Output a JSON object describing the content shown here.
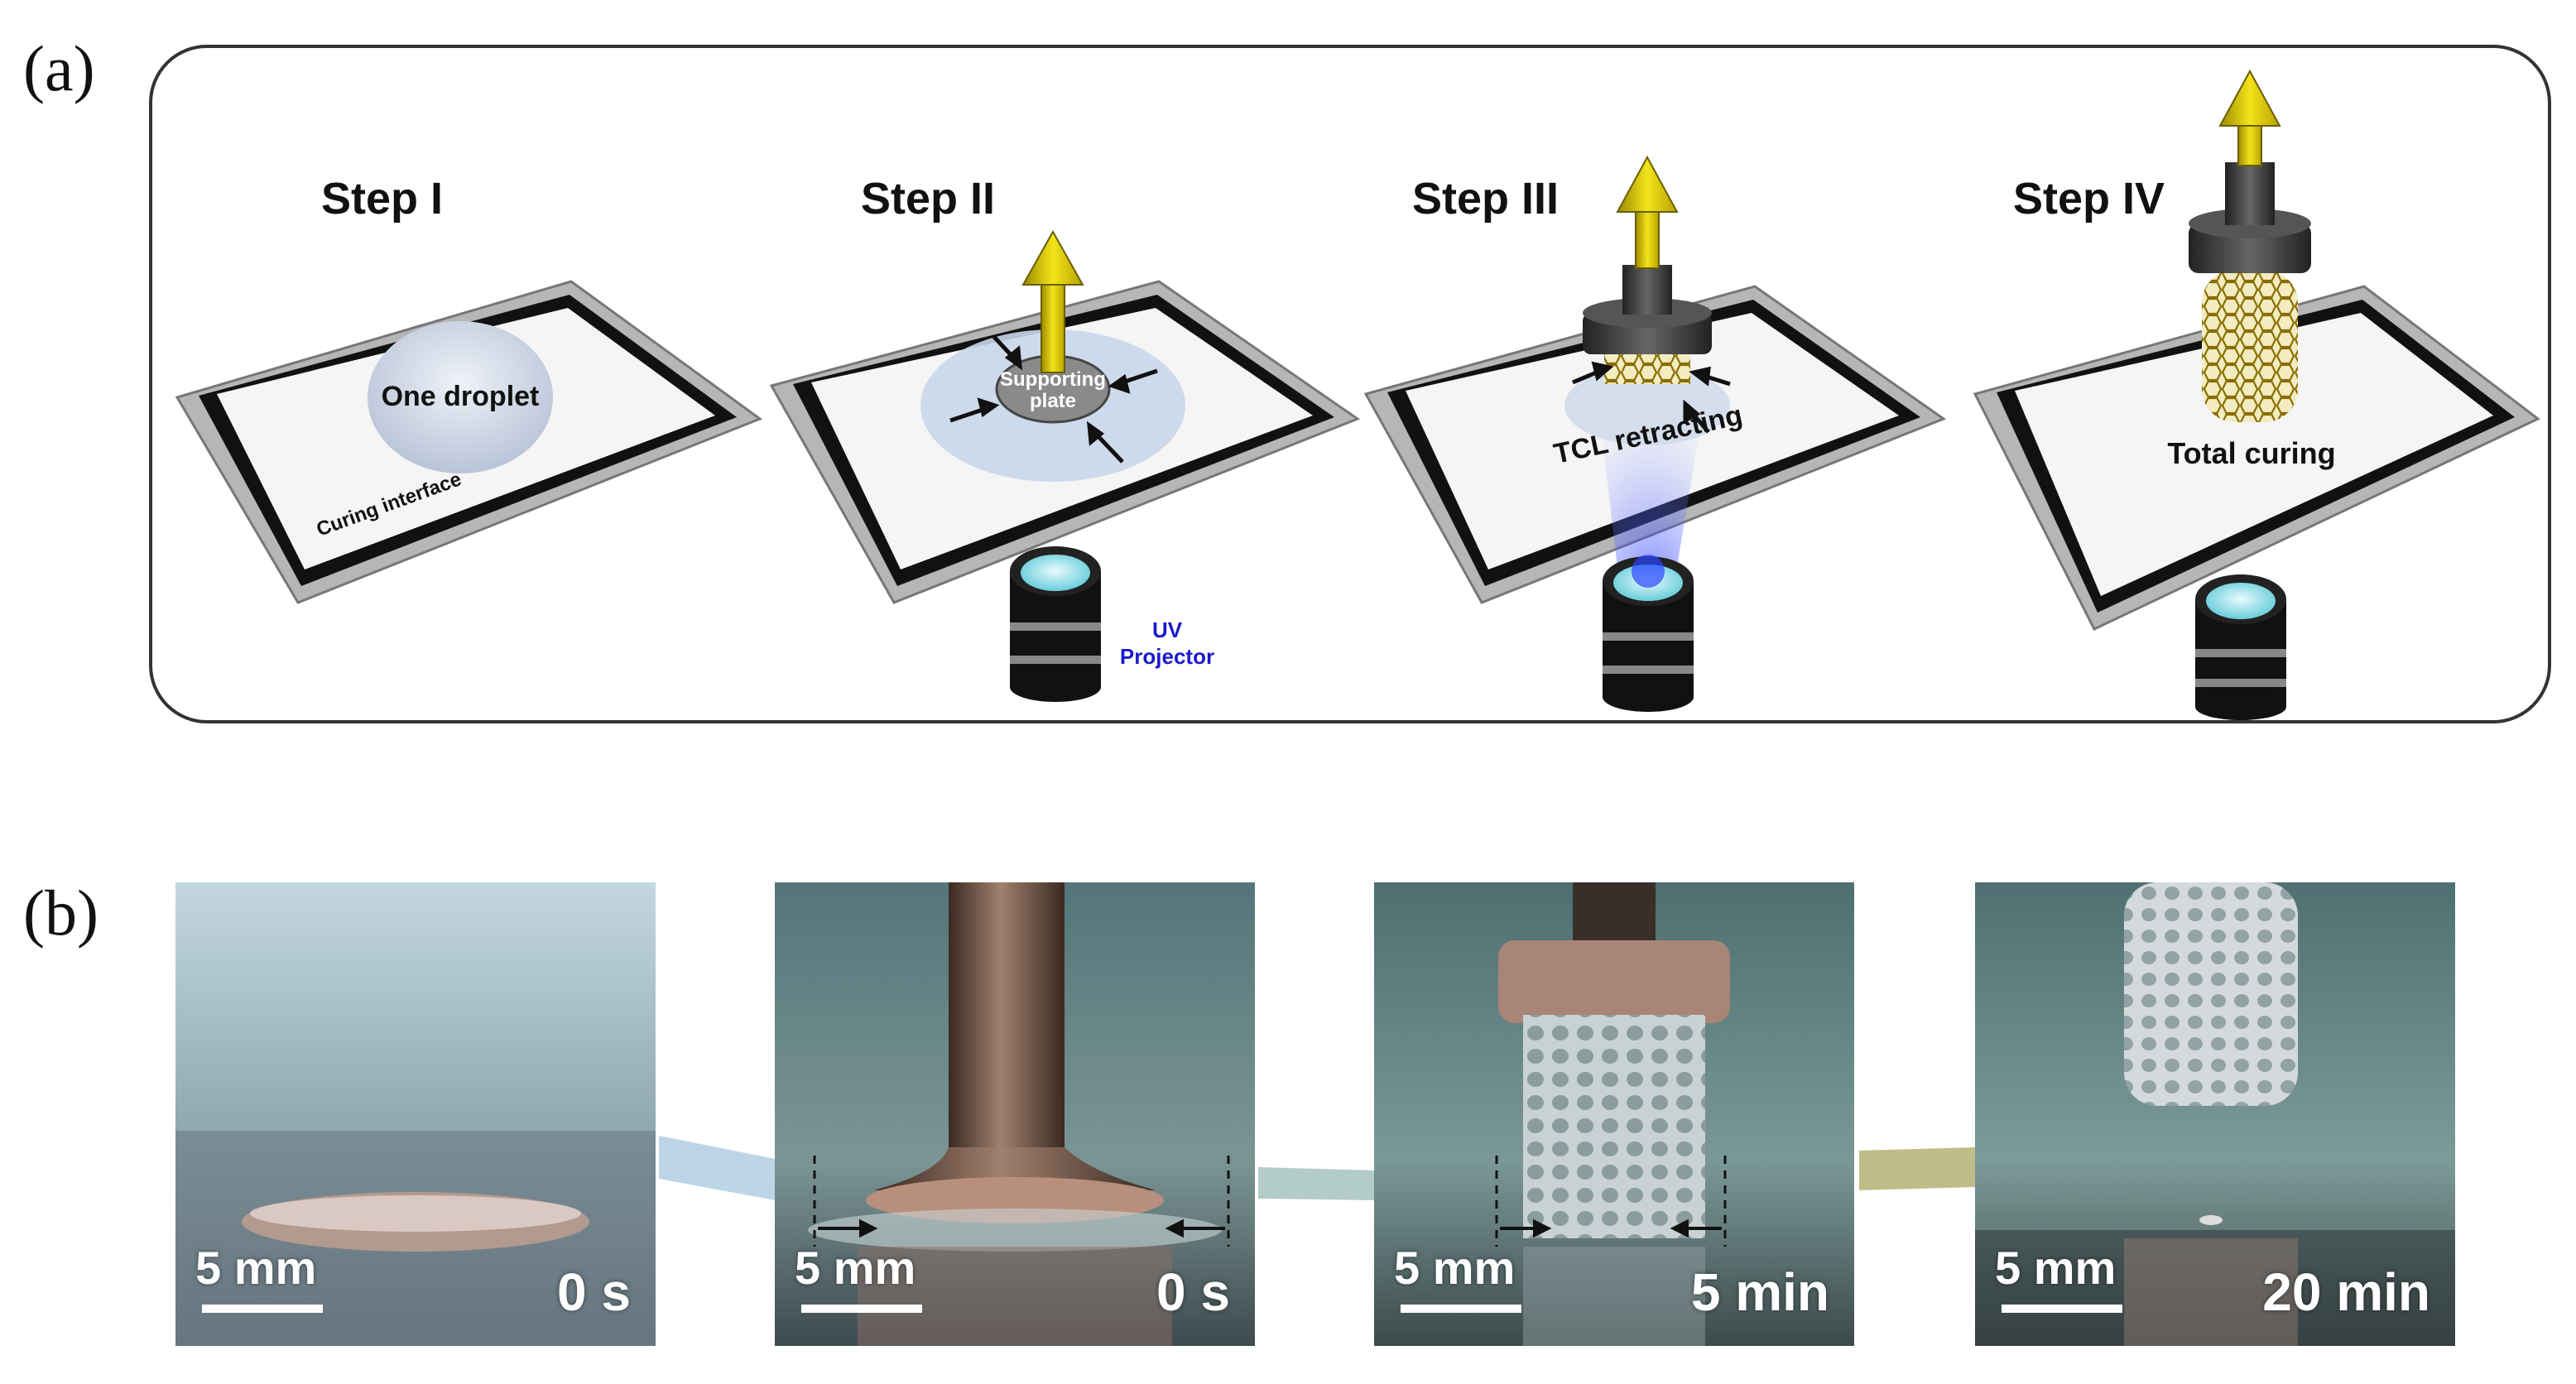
{
  "figure": {
    "panel_a_label": "(a)",
    "panel_b_label": "(b)"
  },
  "steps": [
    {
      "title": "Step I",
      "annotation": "One droplet",
      "extra": "Curing interface"
    },
    {
      "title": "Step II",
      "annotation": "Supporting",
      "annotation2": "plate",
      "extra": "UV",
      "extra2": "Projector"
    },
    {
      "title": "Step III",
      "annotation": "TCL retracting"
    },
    {
      "title": "Step IV",
      "annotation": "Total curing"
    }
  ],
  "photos": [
    {
      "scale": "5 mm",
      "time": "0 s"
    },
    {
      "scale": "5 mm",
      "time": "0 s"
    },
    {
      "scale": "5 mm",
      "time": "5 min"
    },
    {
      "scale": "5 mm",
      "time": "20 min"
    }
  ],
  "colors": {
    "arrow_yellow": "#e8d400",
    "uv_blue": "#1a1acc",
    "lattice_gold": "#b89a1a"
  }
}
